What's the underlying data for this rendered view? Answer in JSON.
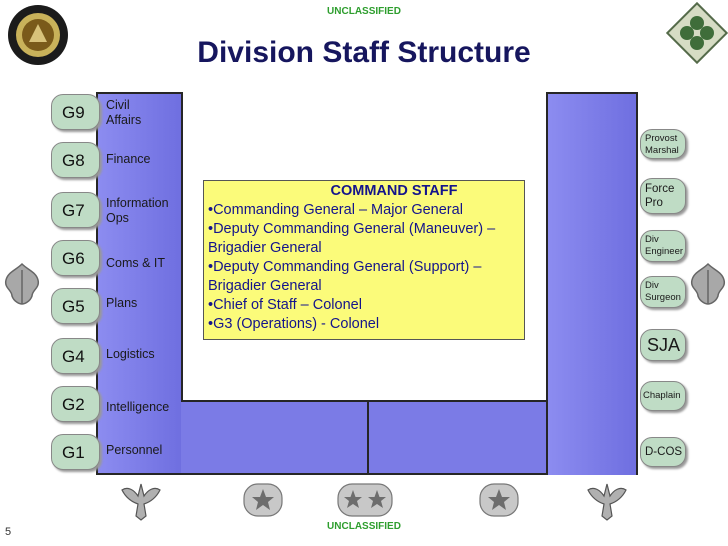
{
  "classification_top": "UNCLASSIFIED",
  "classification_bottom": "UNCLASSIFIED",
  "title": "Division Staff Structure",
  "page_number": "5",
  "left_staff": [
    {
      "code": "G9",
      "label": "Civil\nAffairs"
    },
    {
      "code": "G8",
      "label": "Finance"
    },
    {
      "code": "G7",
      "label": "Information\nOps"
    },
    {
      "code": "G6",
      "label": "Coms & IT"
    },
    {
      "code": "G5",
      "label": "Plans"
    },
    {
      "code": "G4",
      "label": "Logistics"
    },
    {
      "code": "G2",
      "label": "Intelligence"
    },
    {
      "code": "G1",
      "label": "Personnel"
    }
  ],
  "special_staff": [
    {
      "label": "Provost\nMarshal"
    },
    {
      "label": "Force\nPro"
    },
    {
      "label": "Div\nEngineer"
    },
    {
      "label": "Div\nSurgeon"
    },
    {
      "label": "SJA"
    },
    {
      "label": "Chaplain"
    },
    {
      "label": "D-COS"
    }
  ],
  "command_staff": {
    "heading": "COMMAND STAFF",
    "lines": [
      "•Commanding General – Major General",
      "•Deputy Commanding General (Maneuver) – Brigadier General",
      "•Deputy Commanding General (Support) – Brigadier General",
      "•Chief of Staff – Colonel",
      "•G3 (Operations) - Colonel"
    ]
  },
  "colors": {
    "classification": "#2e9e2e",
    "title": "#16165e",
    "shape_fill": "#7b7be6",
    "pill_fill": "#bfdcc5",
    "command_fill": "#fbfb7a",
    "command_text": "#14148c"
  },
  "icons": [
    "seal-icon",
    "ivy-division-patch-icon",
    "oak-leaf-icon",
    "eagle-insignia-icon",
    "star-insignia-icon",
    "two-star-insignia-icon"
  ]
}
